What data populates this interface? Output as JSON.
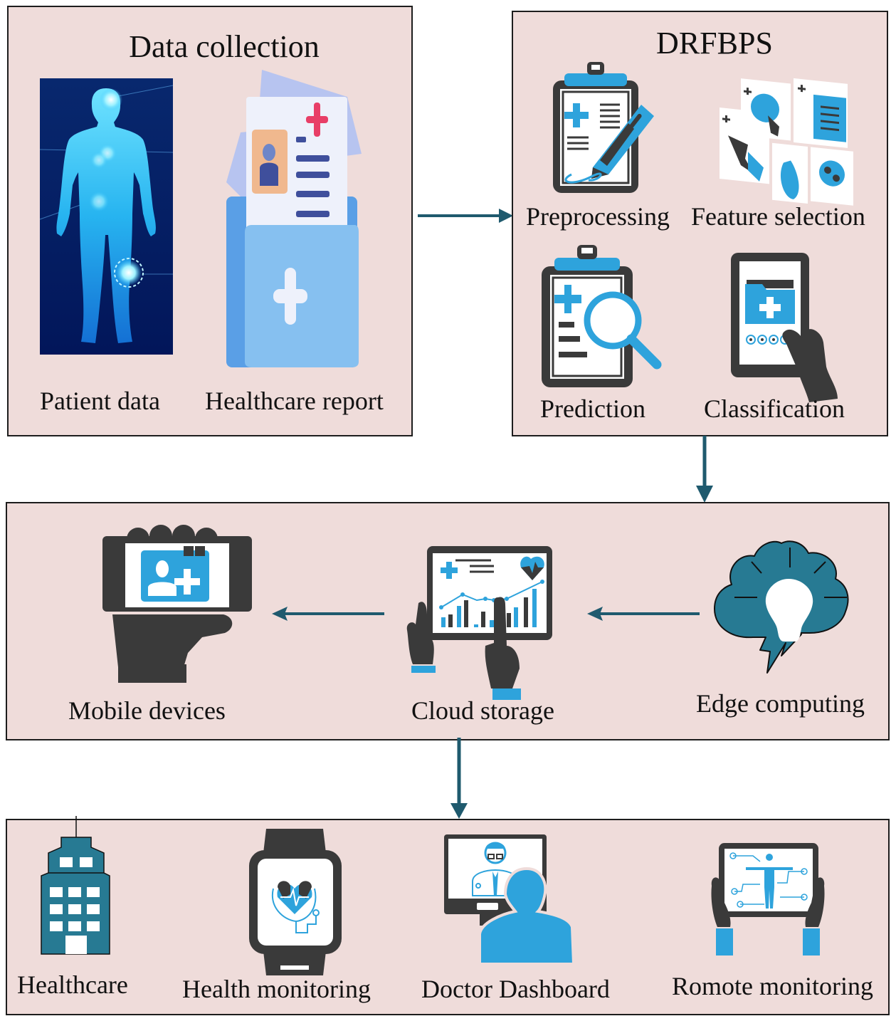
{
  "diagram": {
    "colors": {
      "box_fill": "#efdcda",
      "box_border": "#1d1d1d",
      "arrow": "#1f5a6e",
      "icon_blue": "#2ea3dc",
      "icon_dark": "#3a3a3a",
      "icon_teal": "#277a93"
    },
    "data_collection": {
      "title": "Data collection",
      "items": [
        {
          "label": "Patient data",
          "icon": "human-body-scan-icon"
        },
        {
          "label": "Healthcare report",
          "icon": "medical-report-folder-icon"
        }
      ]
    },
    "drfbps": {
      "title": "DRFBPS",
      "items": [
        {
          "label": "Preprocessing",
          "icon": "clipboard-pen-icon"
        },
        {
          "label": "Feature selection",
          "icon": "medical-scans-icon"
        },
        {
          "label": "Prediction",
          "icon": "clipboard-magnifier-icon"
        },
        {
          "label": "Classification",
          "icon": "tablet-touch-folder-icon"
        }
      ]
    },
    "processing": {
      "items": [
        {
          "label": "Mobile devices",
          "icon": "hand-holding-phone-icon"
        },
        {
          "label": "Cloud storage",
          "icon": "tablet-analytics-icon"
        },
        {
          "label": "Edge computing",
          "icon": "cloud-lightbulb-icon"
        }
      ]
    },
    "applications": {
      "items": [
        {
          "label": "Healthcare",
          "icon": "hospital-building-icon"
        },
        {
          "label": "Health monitoring",
          "icon": "smartwatch-stethoscope-icon"
        },
        {
          "label": "Doctor Dashboard",
          "icon": "telemedicine-monitor-icon"
        },
        {
          "label": "Romote monitoring",
          "icon": "tablet-body-monitor-icon"
        }
      ]
    },
    "flows": [
      {
        "from": "Data collection",
        "to": "DRFBPS",
        "direction": "right"
      },
      {
        "from": "DRFBPS",
        "to": "Edge computing row",
        "direction": "down"
      },
      {
        "from": "Edge computing",
        "to": "Cloud storage",
        "direction": "left"
      },
      {
        "from": "Cloud storage",
        "to": "Mobile devices",
        "direction": "left"
      },
      {
        "from": "Cloud storage",
        "to": "Applications row",
        "direction": "down"
      }
    ]
  }
}
